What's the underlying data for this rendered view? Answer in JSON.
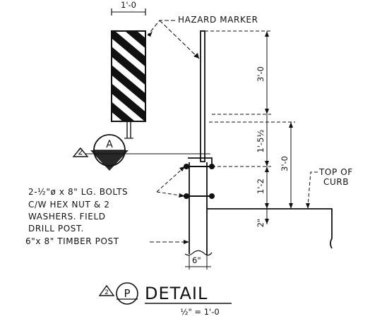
{
  "drawing": {
    "marker_width_dim": "1'-0",
    "hazard_marker_label": "HAZARD MARKER",
    "callout_rev": "2",
    "callout_letter": "A",
    "dim_marker_height": "3'-0",
    "dim_upper_segment": "1'-5½",
    "dim_lower_segment": "1'-2",
    "dim_overall_above_curb": "3'-0",
    "dim_post_top_from_curb": "2\"",
    "top_of_curb_line1": "TOP OF",
    "top_of_curb_line2": "CURB",
    "bolts_note": [
      "2-½\"ø x 8\" LG. BOLTS",
      "C/W HEX NUT & 2",
      "WASHERS. FIELD",
      "DRILL POST."
    ],
    "timber_post_note": "6\"x 8\" TIMBER POST",
    "post_width_dim": "6\"",
    "title": {
      "rev": "2",
      "letter": "P",
      "word": "DETAIL",
      "scale": "½\" = 1'-0"
    }
  }
}
